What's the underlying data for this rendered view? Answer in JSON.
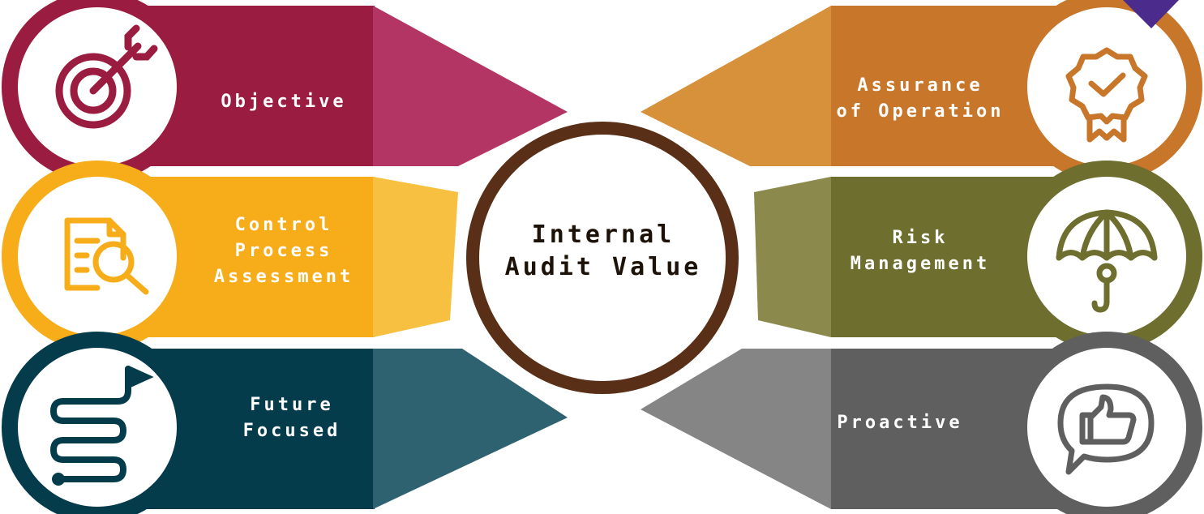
{
  "center": {
    "line1": "Internal",
    "line2": "Audit Value"
  },
  "items": {
    "objective": {
      "lines": [
        "Objective"
      ],
      "icon": "target-icon",
      "color": "#9b1c41",
      "light": "#b33563"
    },
    "control": {
      "lines": [
        "Control",
        "Process",
        "Assessment"
      ],
      "icon": "document-search-icon",
      "color": "#f7ad19",
      "light": "#f8c040"
    },
    "future": {
      "lines": [
        "Future",
        "Focused"
      ],
      "icon": "winding-path-flag-icon",
      "color": "#053c4c",
      "light": "#2f6270"
    },
    "assurance": {
      "lines": [
        "Assurance",
        "of Operation"
      ],
      "icon": "award-badge-icon",
      "color": "#c8772a",
      "light": "#d7913b"
    },
    "risk": {
      "lines": [
        "Risk",
        "Management"
      ],
      "icon": "umbrella-icon",
      "color": "#6e6e2e",
      "light": "#8b8a4c"
    },
    "proactive": {
      "lines": [
        "Proactive"
      ],
      "icon": "thumbs-up-chat-icon",
      "color": "#5f5f5f",
      "light": "#858585"
    }
  },
  "colors": {
    "ring": "#5a2f17",
    "corner": "#4b2b8b"
  }
}
